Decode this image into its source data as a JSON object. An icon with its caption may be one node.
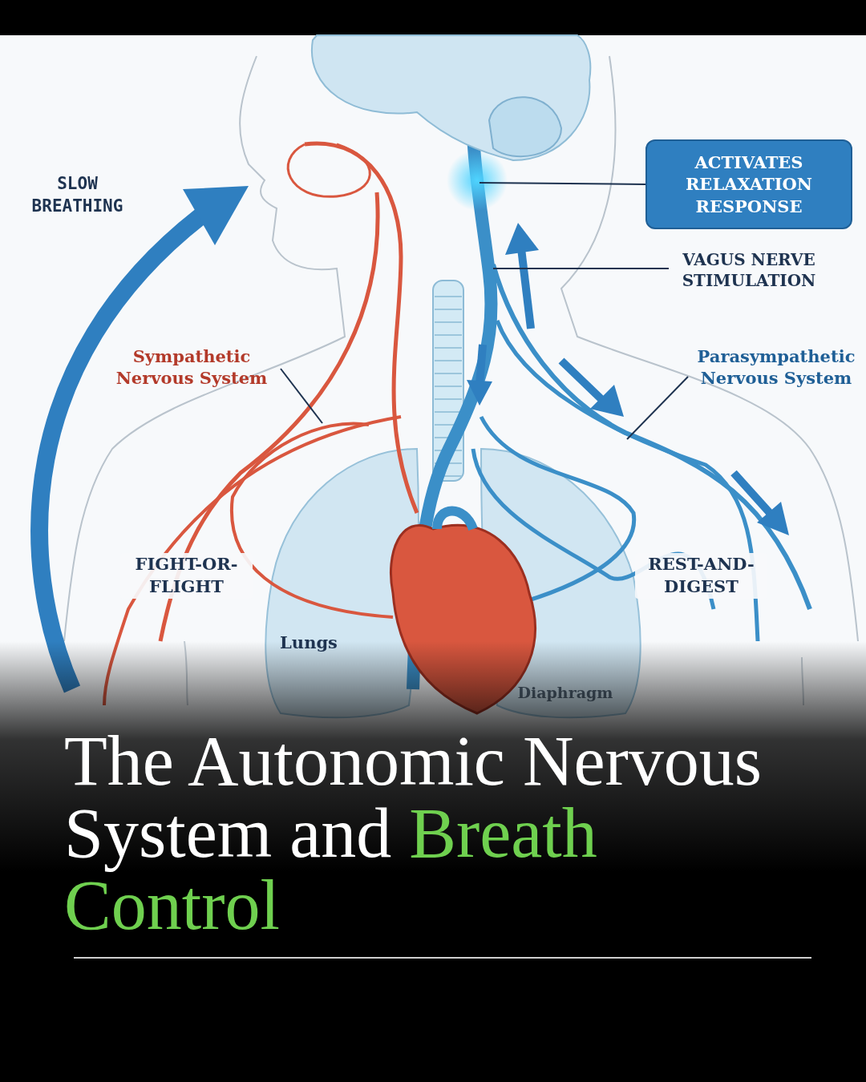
{
  "diagram": {
    "title": "The Autonomic Nervous System and Breath Control",
    "nodes": [
      {
        "text": [
          "ACTIVATES RELAXATION RESPONSE"
        ]
      },
      {
        "text": [
          "VAGUS NERVE STIMULATION"
        ]
      },
      {
        "text": [
          "Sympathetic Nervous System"
        ]
      },
      {
        "text": [
          "Parasympathetic Nervous System"
        ]
      }
    ],
    "edges": [
      {
        "from": 0,
        "to": null,
        "arrow": "none"
      },
      {
        "from": 1,
        "to": null,
        "arrow": "none"
      },
      {
        "from": 2,
        "to": null,
        "arrow": "none"
      },
      {
        "from": 3,
        "to": null,
        "arrow": "none"
      }
    ],
    "labels": [
      "SLOW BREATHING",
      "FIGHT-OR-FLIGHT",
      "REST-AND-DIGEST",
      "Lungs",
      "Diaphragm"
    ]
  }
}
